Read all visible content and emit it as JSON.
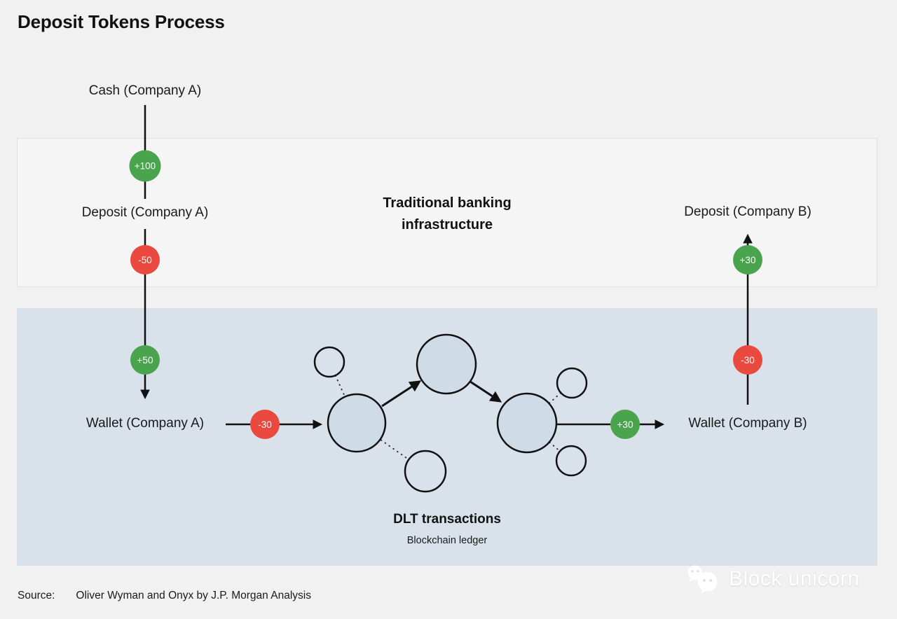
{
  "title": "Deposit Tokens Process",
  "colors": {
    "page_bg": "#f1f1f2",
    "box_bg": "#f5f5f6",
    "box_border": "#e0e1e4",
    "dlt_bg": "#d9e2ea",
    "node_fill": "#cfdbe7",
    "positive": "#4aa44d",
    "negative": "#e9493e",
    "ink": "#1a1a1a"
  },
  "sections": {
    "traditional": {
      "title": "Traditional banking\ninfrastructure"
    },
    "dlt": {
      "title": "DLT transactions",
      "subtitle": "Blockchain ledger"
    }
  },
  "company_a": {
    "cash_label": "Cash (Company A)",
    "deposit_label": "Deposit (Company A)",
    "wallet_label": "Wallet (Company A)",
    "badge_cash_to_deposit": "+100",
    "badge_deposit_debit": "-50",
    "badge_wallet_credit": "+50",
    "badge_wallet_to_dlt": "-30"
  },
  "company_b": {
    "deposit_label": "Deposit (Company B)",
    "wallet_label": "Wallet (Company B)",
    "badge_deposit_credit": "+30",
    "badge_wallet_debit": "-30",
    "badge_dlt_to_wallet": "+30"
  },
  "source": {
    "label": "Source:",
    "text": "Oliver Wyman and Onyx by J.P. Morgan Analysis"
  },
  "watermark": {
    "text": "Block unicorn"
  }
}
